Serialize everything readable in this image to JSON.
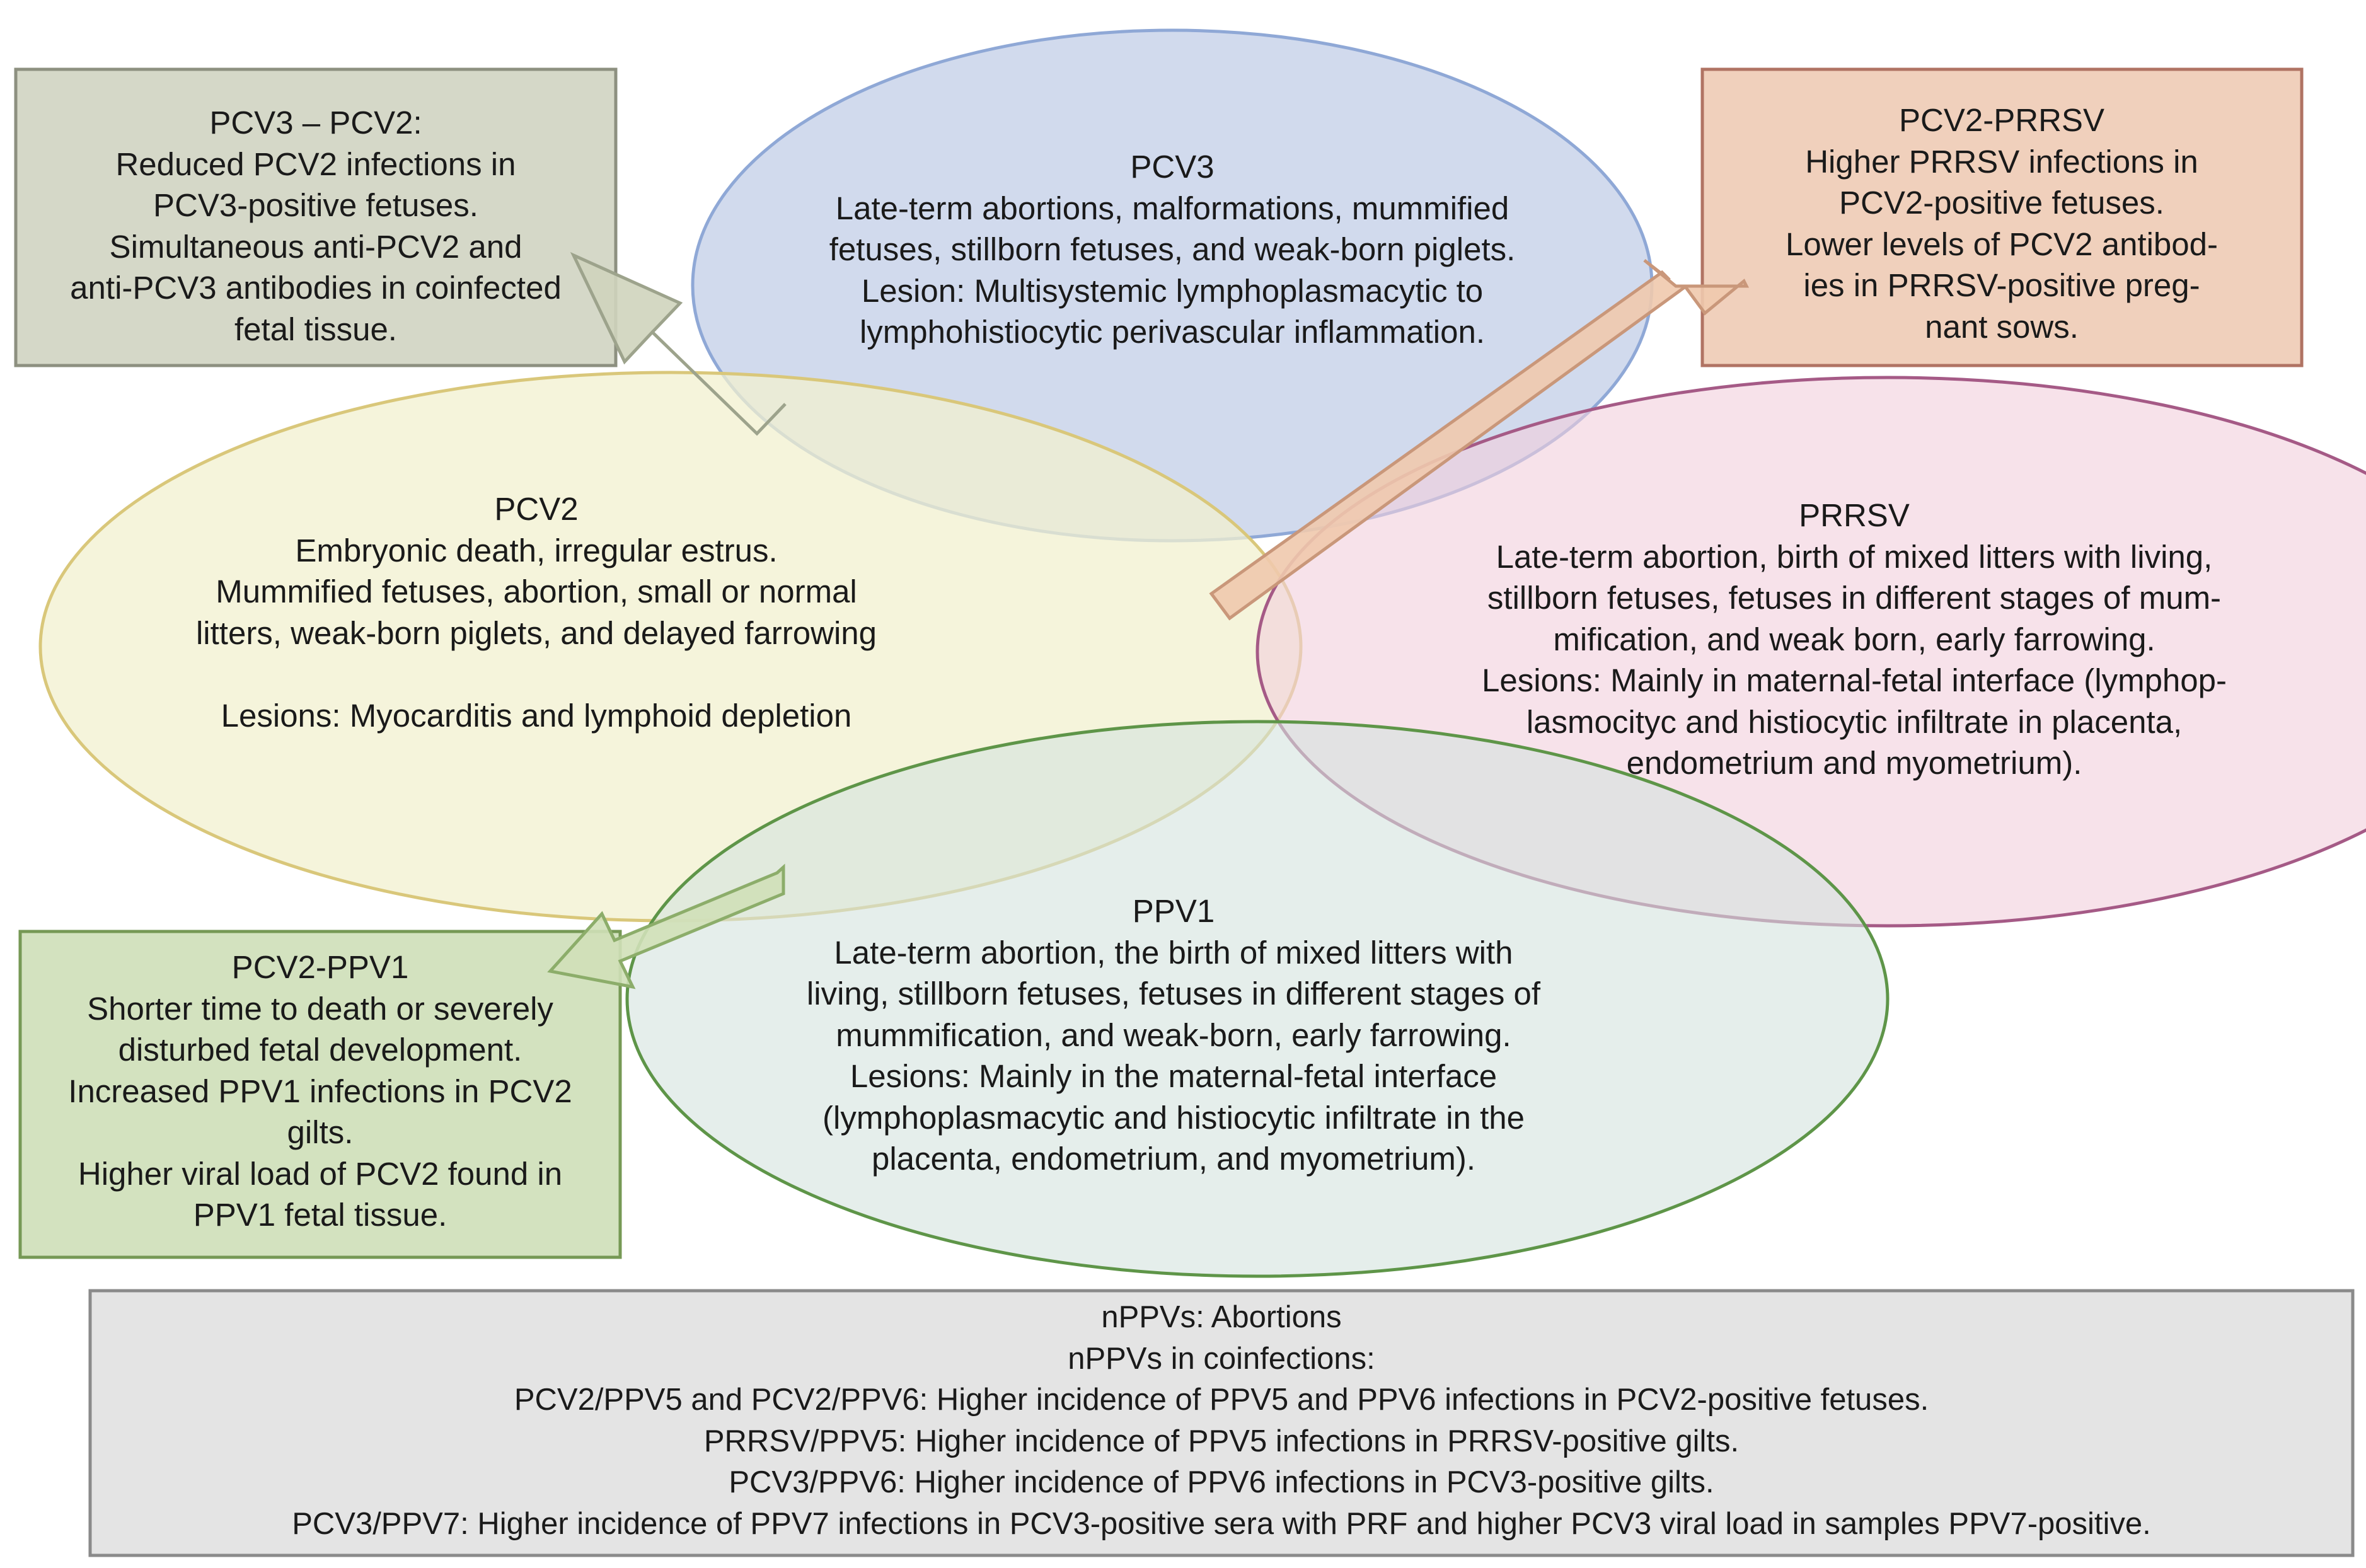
{
  "colors": {
    "pcv3_fill": "#c9d3ea",
    "pcv3_stroke": "#8fa8d6",
    "pcv2_fill": "#f2f0cf",
    "pcv2_stroke": "#d9c77a",
    "prrsv_fill": "#f1cfdc",
    "prrsv_stroke": "#a55a86",
    "ppv1_fill": "#d4e3dd",
    "ppv1_stroke": "#5e9548",
    "box_pcv3_pcv2_fill": "#d5d8c8",
    "box_pcv3_pcv2_stroke": "#8d9080",
    "box_pcv2_prrsv_fill": "#f0d0bc",
    "box_pcv2_prrsv_stroke": "#b07363",
    "box_pcv2_ppv1_fill": "#d3e2bf",
    "box_pcv2_ppv1_stroke": "#769955",
    "box_nppv_fill": "#e4e4e4",
    "box_nppv_stroke": "#8a8a8a",
    "arrow_gray_fill": "#cfd4bd",
    "arrow_gray_stroke": "#9da38c",
    "arrow_tan_fill": "#efc9ad",
    "arrow_tan_stroke": "#c9977a",
    "arrow_green_fill": "#d0e0b8",
    "arrow_green_stroke": "#8cad6a"
  },
  "ellipses": {
    "pcv3": {
      "title": "PCV3",
      "lines": [
        "Late-term abortions, malformations, mummified",
        "fetuses, stillborn fetuses, and weak-born piglets.",
        "Lesion: Multisystemic lymphoplasmacytic to",
        "lymphohistiocytic perivascular inflammation."
      ]
    },
    "pcv2": {
      "title": "PCV2",
      "lines": [
        "Embryonic death, irregular estrus.",
        "Mummified fetuses, abortion, small or normal",
        "litters, weak-born piglets, and delayed farrowing"
      ],
      "lesions": "Lesions: Myocarditis and lymphoid depletion"
    },
    "prrsv": {
      "title": "PRRSV",
      "lines": [
        "Late-term abortion, birth of mixed litters with living,",
        "stillborn fetuses, fetuses in different stages of mum-",
        "mification, and weak born, early farrowing.",
        "Lesions: Mainly in maternal-fetal interface (lymphop-",
        "lasmocityc and histiocytic infiltrate in placenta,",
        "endometrium and myometrium)."
      ]
    },
    "ppv1": {
      "title": "PPV1",
      "lines": [
        "Late-term abortion, the birth of mixed litters with",
        "living, stillborn fetuses, fetuses in different stages of",
        "mummification, and weak-born, early farrowing.",
        "Lesions: Mainly in the maternal-fetal interface",
        "(lymphoplasmacytic and histiocytic infiltrate in the",
        "placenta, endometrium, and myometrium)."
      ]
    }
  },
  "boxes": {
    "pcv3_pcv2": {
      "title": "PCV3 – PCV2:",
      "lines": [
        "Reduced PCV2 infections in",
        "PCV3-positive fetuses.",
        "Simultaneous anti-PCV2 and",
        "anti-PCV3 antibodies in coinfected",
        "fetal tissue."
      ]
    },
    "pcv2_prrsv": {
      "title": "PCV2-PRRSV",
      "lines": [
        "Higher PRRSV infections in",
        "PCV2-positive fetuses.",
        "Lower levels of PCV2 antibod-",
        "ies in PRRSV-positive preg-",
        "nant sows."
      ]
    },
    "pcv2_ppv1": {
      "title": "PCV2-PPV1",
      "lines": [
        "Shorter time to death or severely",
        "disturbed fetal development.",
        "Increased PPV1 infections in PCV2",
        "gilts.",
        "Higher viral load of PCV2 found in",
        "PPV1 fetal tissue."
      ]
    },
    "nppv": {
      "lines": [
        "nPPVs: Abortions",
        "nPPVs in coinfections:",
        "PCV2/PPV5 and PCV2/PPV6: Higher incidence of PPV5 and PPV6 infections in PCV2-positive fetuses.",
        "PRRSV/PPV5: Higher incidence of PPV5 infections in PRRSV-positive gilts.",
        "PCV3/PPV6: Higher incidence of PPV6 infections in PCV3-positive gilts.",
        "PCV3/PPV7: Higher incidence of PPV7 infections in PCV3-positive sera with PRF and higher PCV3 viral load in samples PPV7-positive."
      ]
    }
  }
}
